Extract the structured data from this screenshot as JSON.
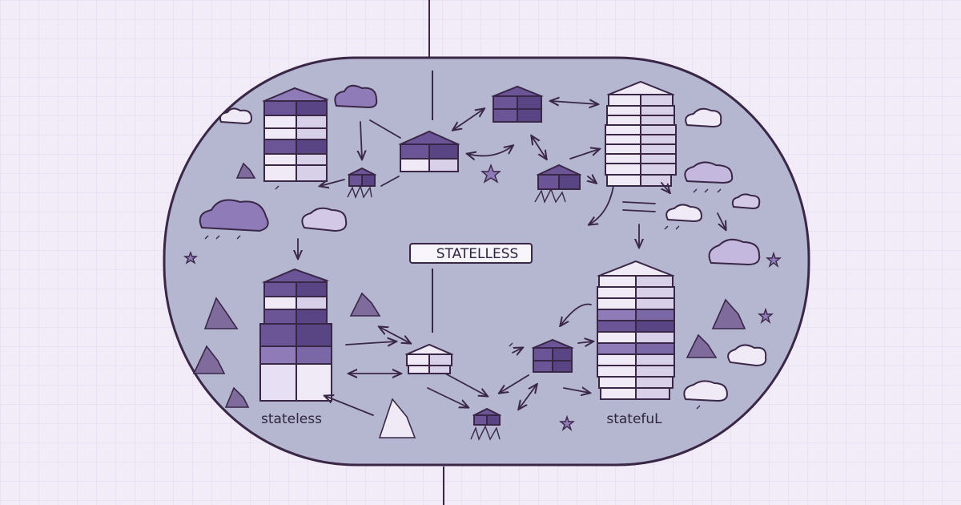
{
  "labels": {
    "center": "STATELLESS",
    "left": "stateless",
    "right": "statefuL"
  },
  "colors": {
    "background": "#f1ecf8",
    "grid": "#e2d9f0",
    "panel_fill": "#b5b6cf",
    "outline": "#3a2748",
    "block_dark": "#6b5596",
    "block_mid": "#8e7bb7",
    "block_light": "#efeaf6",
    "cloud": "#e8e1f4",
    "tree": "#7f6b9c"
  },
  "icons": [
    "server-stack-icon",
    "server-block-icon",
    "cloud-icon",
    "tree-icon",
    "star-icon",
    "bidirectional-arrow-icon"
  ]
}
